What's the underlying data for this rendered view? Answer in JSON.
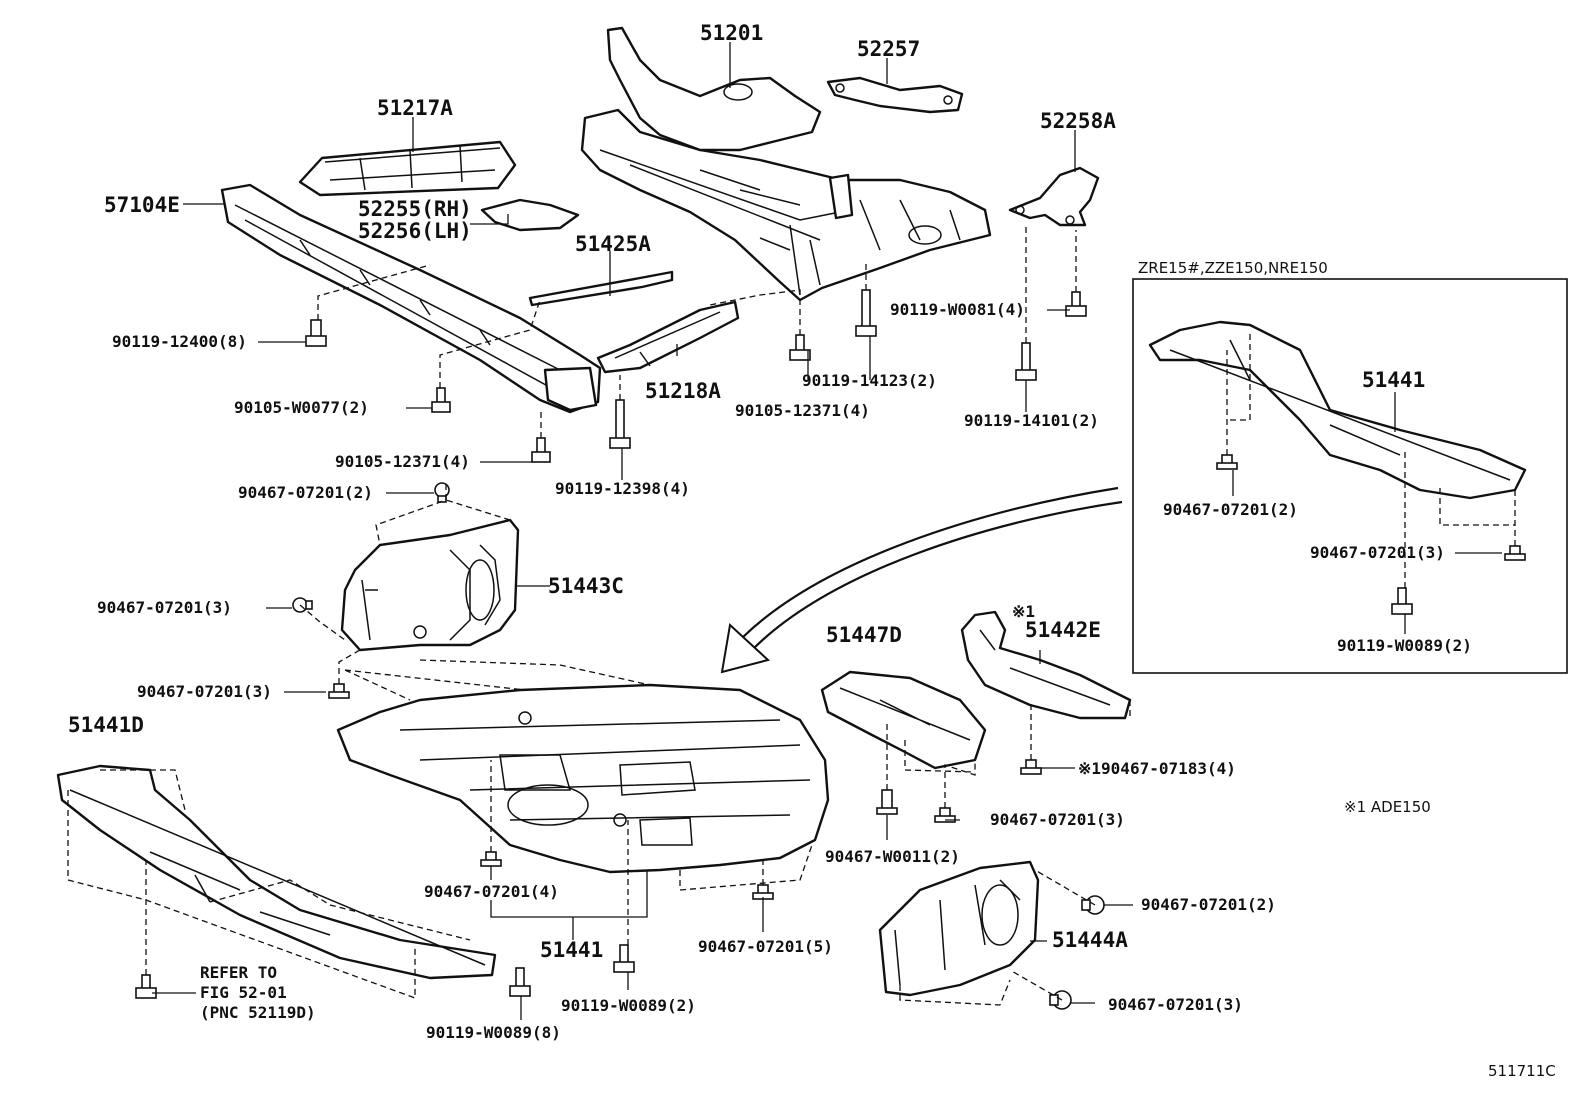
{
  "labels": {
    "p51201": "51201",
    "p52257": "52257",
    "p51217A": "51217A",
    "p52258A": "52258A",
    "p57104E": "57104E",
    "p52255": "52255(RH)",
    "p52256": "52256(LH)",
    "p51425A": "51425A",
    "b90119_W0081": "90119-W0081(4)",
    "b90119_12400": "90119-12400(8)",
    "p51218A": "51218A",
    "b90119_14123": "90119-14123(2)",
    "b90105_W0077": "90105-W0077(2)",
    "b90105_12371_r": "90105-12371(4)",
    "b90119_14101": "90119-14101(2)",
    "b90105_12371_l": "90105-12371(4)",
    "b90119_12398": "90119-12398(4)",
    "c90467_07201_2a": "90467-07201(2)",
    "p51443C": "51443C",
    "c90467_07201_3a": "90467-07201(3)",
    "c90467_07201_3b": "90467-07201(3)",
    "p51441D": "51441D",
    "p51447D": "51447D",
    "mark1_top": "※1",
    "p51442E": "51442E",
    "c_mark1_07183": "※190467-07183(4)",
    "note_mark1": "※1  ADE150",
    "c90467_07201_3c": "90467-07201(3)",
    "cW0011": "90467-W0011(2)",
    "c90467_07201_4": "90467-07201(4)",
    "c90467_07201_2b": "90467-07201(2)",
    "p51444A": "51444A",
    "c90467_07201_5": "90467-07201(5)",
    "p51441_main": "51441",
    "bW0089_2": "90119-W0089(2)",
    "c90467_07201_3d": "90467-07201(3)",
    "refer1": "REFER TO",
    "refer2": "FIG 52-01",
    "refer3": "(PNC 52119D)",
    "bW0089_8": "90119-W0089(8)",
    "fig_code": "511711C"
  },
  "inset": {
    "title": "ZRE15#,ZZE150,NRE150",
    "p51441": "51441",
    "c90467_07201_2": "90467-07201(2)",
    "c90467_07201_3": "90467-07201(3)",
    "bW0089_2": "90119-W0089(2)"
  }
}
